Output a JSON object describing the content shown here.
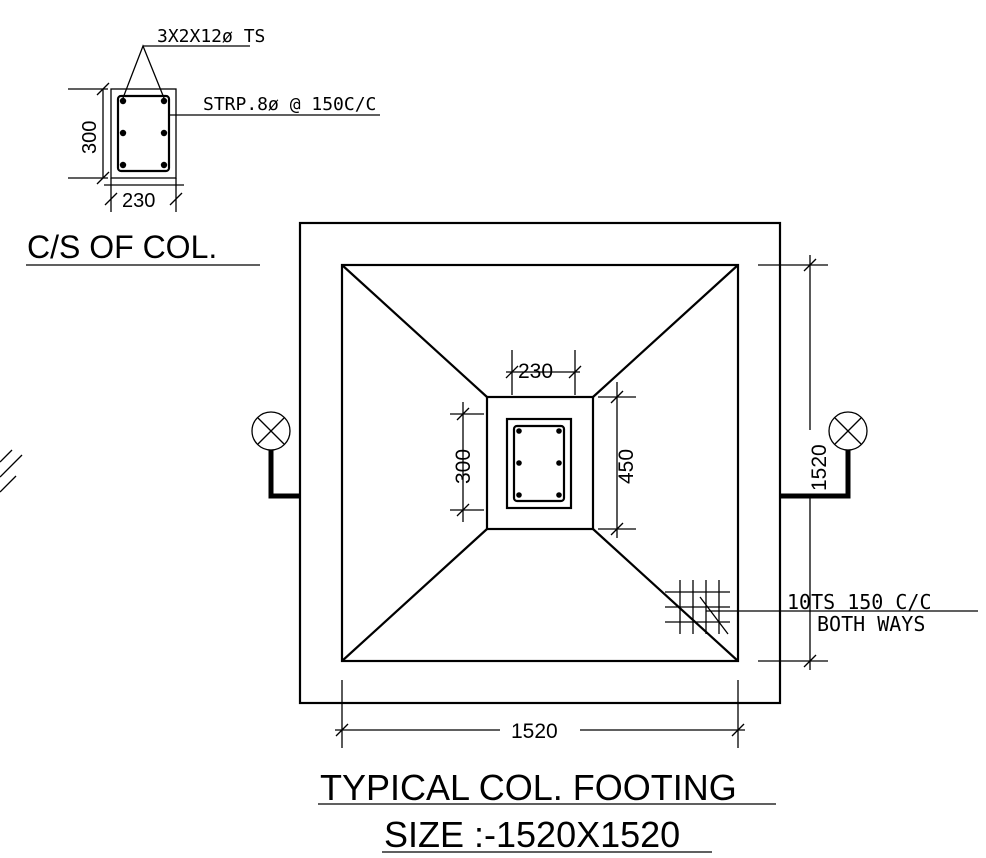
{
  "column_section": {
    "bar_note": "3X2X12ø TS",
    "stirrup_note": "STRP.8ø @ 150C/C",
    "height_dim": "300",
    "width_dim": "230",
    "title": "C/S OF COL."
  },
  "footing": {
    "col_width_dim": "230",
    "col_height_dim": "300",
    "pedestal_dim": "450",
    "side_dim_vertical": "1520",
    "side_dim_horizontal": "1520",
    "reinf_note_line1": "10TS 150 C/C",
    "reinf_note_line2": "BOTH WAYS",
    "section_marker_left": "X",
    "section_marker_right": "X",
    "title": "TYPICAL COL. FOOTING",
    "subtitle": "SIZE :-1520X1520"
  }
}
